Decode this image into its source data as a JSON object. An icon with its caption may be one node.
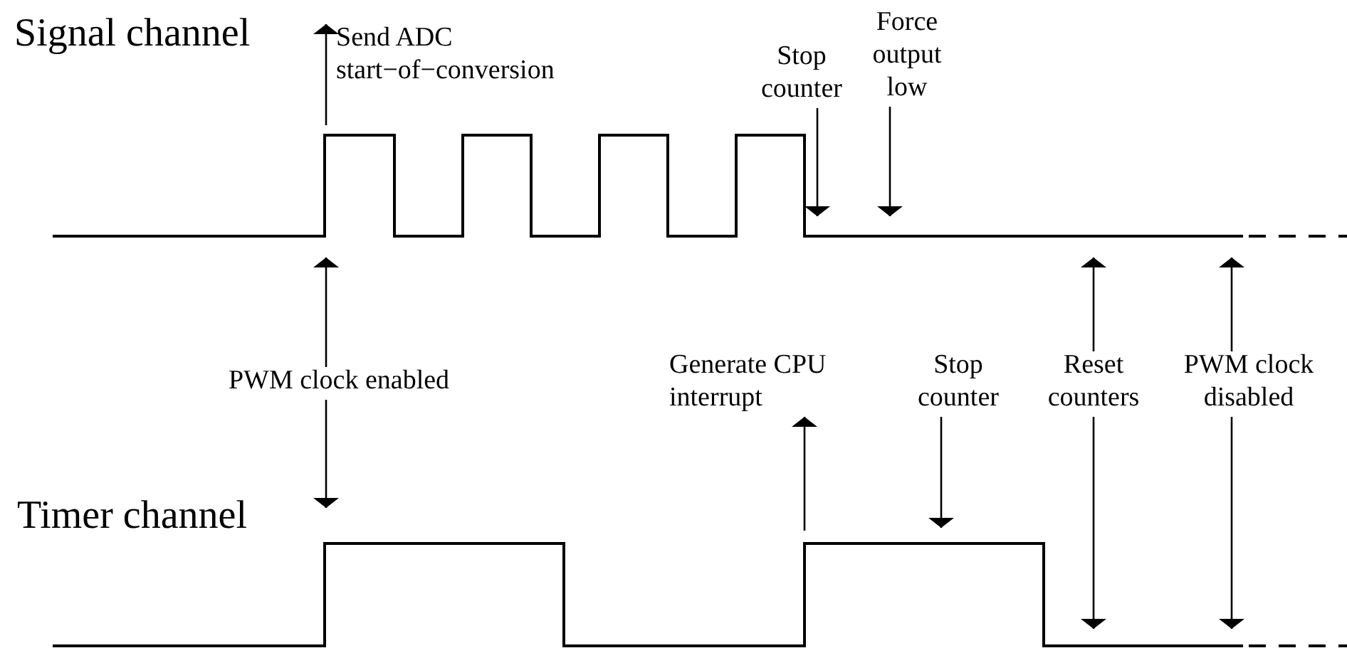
{
  "diagram": {
    "nodes": [
      {
        "text": [
          "Send ADC start−of−conversion"
        ]
      },
      {
        "text": [
          "Stop counter"
        ]
      },
      {
        "text": [
          "Force output low"
        ]
      },
      {
        "text": [
          "PWM clock enabled"
        ]
      },
      {
        "text": [
          "Generate CPU interrupt"
        ]
      },
      {
        "text": [
          "Stop counter"
        ]
      },
      {
        "text": [
          "Reset counters"
        ]
      },
      {
        "text": [
          "PWM clock disabled"
        ]
      }
    ],
    "edges": [
      {
        "from": null,
        "to": 0,
        "arrow": "to"
      },
      {
        "from": 1,
        "to": null,
        "arrow": "to"
      },
      {
        "from": 2,
        "to": null,
        "arrow": "to"
      },
      {
        "from": 3,
        "to": null,
        "arrow": "to"
      },
      {
        "from": 3,
        "to": null,
        "arrow": "to"
      },
      {
        "from": null,
        "to": 4,
        "arrow": "to"
      },
      {
        "from": 5,
        "to": null,
        "arrow": "to"
      },
      {
        "from": 6,
        "to": null,
        "arrow": "to"
      },
      {
        "from": 6,
        "to": null,
        "arrow": "to"
      },
      {
        "from": 7,
        "to": null,
        "arrow": "to"
      },
      {
        "from": 7,
        "to": null,
        "arrow": "to"
      }
    ],
    "labels": [
      "Signal channel",
      "Timer channel"
    ]
  }
}
